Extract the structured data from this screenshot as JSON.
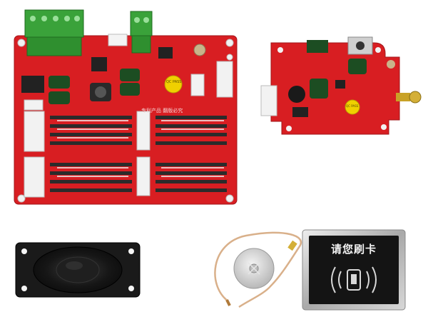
{
  "scene": {
    "objects": [
      {
        "name": "large-control-board",
        "kind": "pcb"
      },
      {
        "name": "small-wireless-board",
        "kind": "pcb"
      },
      {
        "name": "speaker",
        "kind": "speaker"
      },
      {
        "name": "antenna-cable",
        "kind": "antenna"
      },
      {
        "name": "card-reader-panel",
        "kind": "card-reader"
      }
    ]
  },
  "card_reader": {
    "text": "请您刷卡"
  },
  "board_text": {
    "patent": "专利产品 翻版必究",
    "qc_pass": "QC PASS",
    "qc_pass_small": "QC PASS"
  },
  "colors": {
    "pcb_red": "#d81e22",
    "pcb_dark": "#b51519",
    "terminal_green": "#3aa23a",
    "card_black": "#141414",
    "card_frame": "#c9c9c9",
    "speaker_black": "#1a1a1a"
  }
}
